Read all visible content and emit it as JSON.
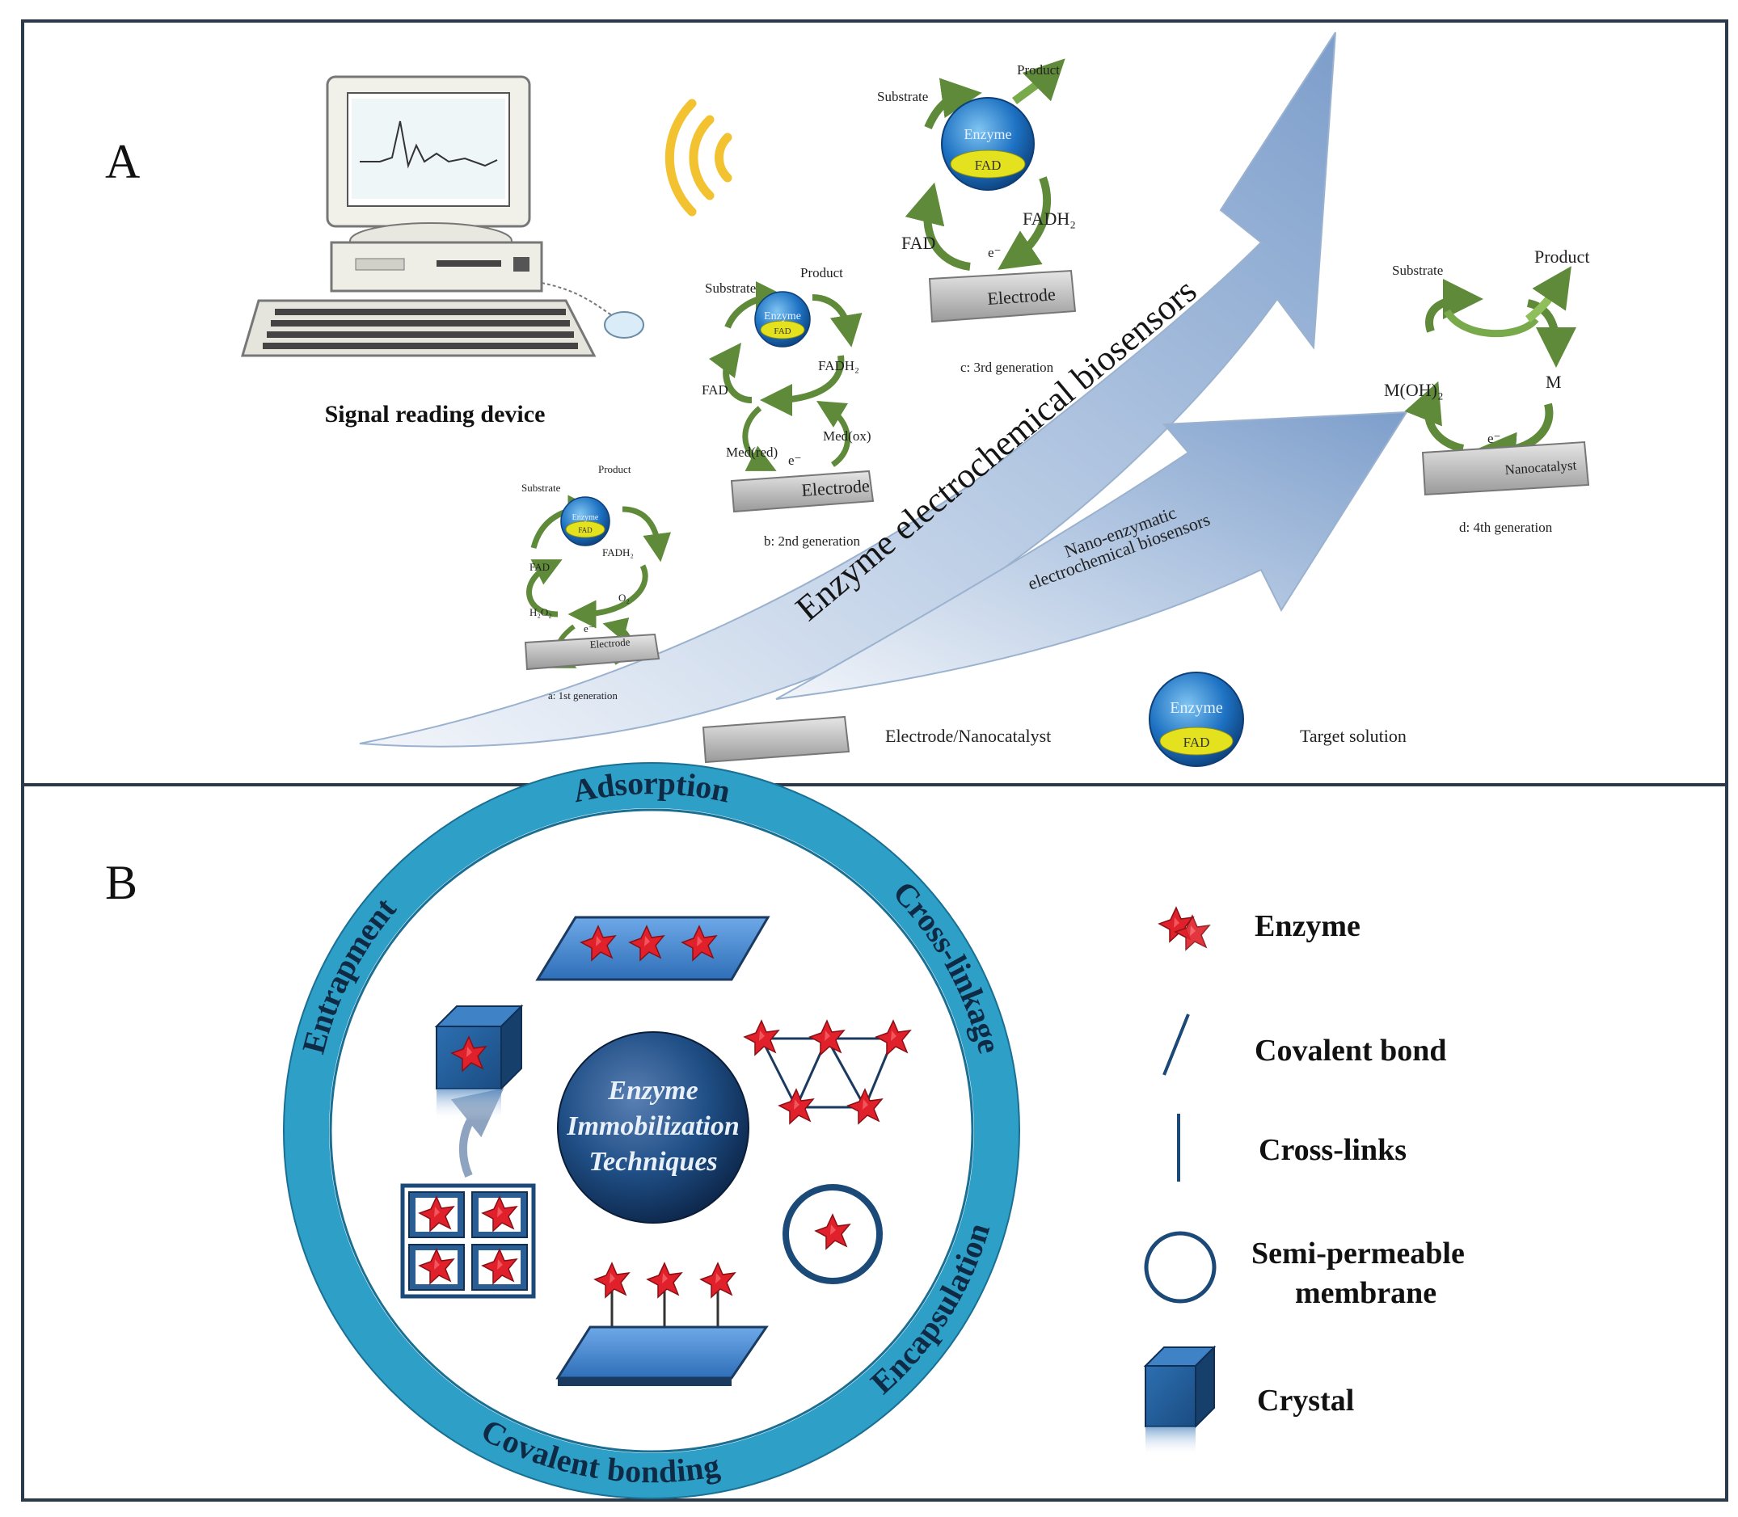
{
  "panel_a": {
    "letter": "A",
    "device_label": "Signal reading device",
    "main_arrow_label": "Enzyme electrochemical biosensors",
    "second_arrow_label_line1": "Nano-enzymatic",
    "second_arrow_label_line2": "electrochemical biosensors",
    "gen1": {
      "substrate": "Substrate",
      "product": "Product",
      "enzyme": "Enzyme",
      "fad_core": "FAD",
      "fad": "FAD",
      "fadh2": "FADH₂",
      "h2o2": "H₂O₂",
      "o2": "O₂",
      "electron": "e⁻",
      "electrode": "Electrode",
      "caption": "a: 1st generation"
    },
    "gen2": {
      "substrate": "Substrate",
      "product": "Product",
      "enzyme": "Enzyme",
      "fad_core": "FAD",
      "fad": "FAD",
      "fadh2": "FADH₂",
      "med_red": "Med(red)",
      "med_ox": "Med(ox)",
      "electron": "e⁻",
      "electrode": "Electrode",
      "caption": "b: 2nd generation"
    },
    "gen3": {
      "substrate": "Substrate",
      "product": "Product",
      "enzyme": "Enzyme",
      "fad_core": "FAD",
      "fad": "FAD",
      "fadh2": "FADH₂",
      "electron": "e⁻",
      "electrode": "Electrode",
      "caption": "c: 3rd generation"
    },
    "gen4": {
      "substrate": "Substrate",
      "product": "Product",
      "moh": "M(OH)₂",
      "m": "M",
      "electron": "e⁻",
      "electrode": "Nanocatalyst",
      "caption": "d: 4th generation"
    },
    "legend": {
      "electrode_label": "Electrode/Nanocatalyst",
      "enzyme_icon_top": "Enzyme",
      "enzyme_icon_core": "FAD",
      "target_label": "Target solution"
    }
  },
  "panel_b": {
    "letter": "B",
    "center_line1": "Enzyme",
    "center_line2": "Immobilization",
    "center_line3": "Techniques",
    "ring_labels": {
      "adsorption": "Adsorption",
      "crosslinkage": "Cross-linkage",
      "encapsulation": "Encapsulation",
      "covalent": "Covalent bonding",
      "entrapment": "Entrapment"
    },
    "legend": {
      "enzyme": "Enzyme",
      "covalent_bond": "Covalent bond",
      "cross_links": "Cross-links",
      "membrane_line1": "Semi-permeable",
      "membrane_line2": "membrane",
      "crystal": "Crystal"
    }
  },
  "colors": {
    "ring": "#2e9fc7",
    "arrow": "#8fb0d6",
    "enzyme_red": "#e0202a",
    "cycle_green": "#5e8a3a",
    "sphere_blue": "#1c64b0",
    "fad_yellow": "#e4e21e"
  }
}
